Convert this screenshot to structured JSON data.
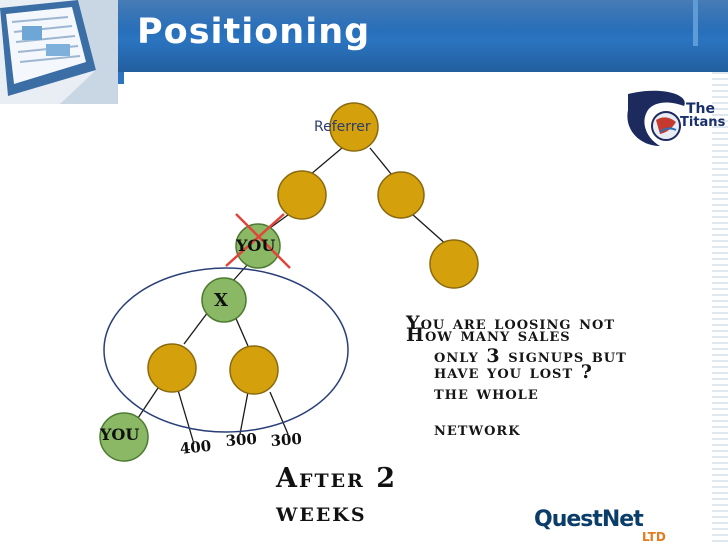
{
  "slide": {
    "title": "Positioning"
  },
  "diagram": {
    "referrer_label": "Referrer",
    "you_top_label": "YOU",
    "x_label": "X",
    "you_bottom_label": "YOU",
    "counts": [
      "400",
      "300",
      "300"
    ],
    "message_a": [
      "You are loosing not",
      "only 3 signups but",
      "the whole",
      "network"
    ],
    "message_b": [
      "How many sales",
      "have you lost ?"
    ],
    "after_weeks": [
      "After 2",
      "weeks"
    ]
  },
  "logos": {
    "titans_line1": "The",
    "titans_line2": "Titans",
    "questnet": "QuestNet",
    "questnet_suffix": "LTD"
  },
  "colors": {
    "header_blue": "#2b74c0",
    "node_gold": "#d4a00c",
    "node_green": "#8ab865",
    "cross_red": "#e0443a",
    "questnet_orange": "#e47b1e"
  }
}
